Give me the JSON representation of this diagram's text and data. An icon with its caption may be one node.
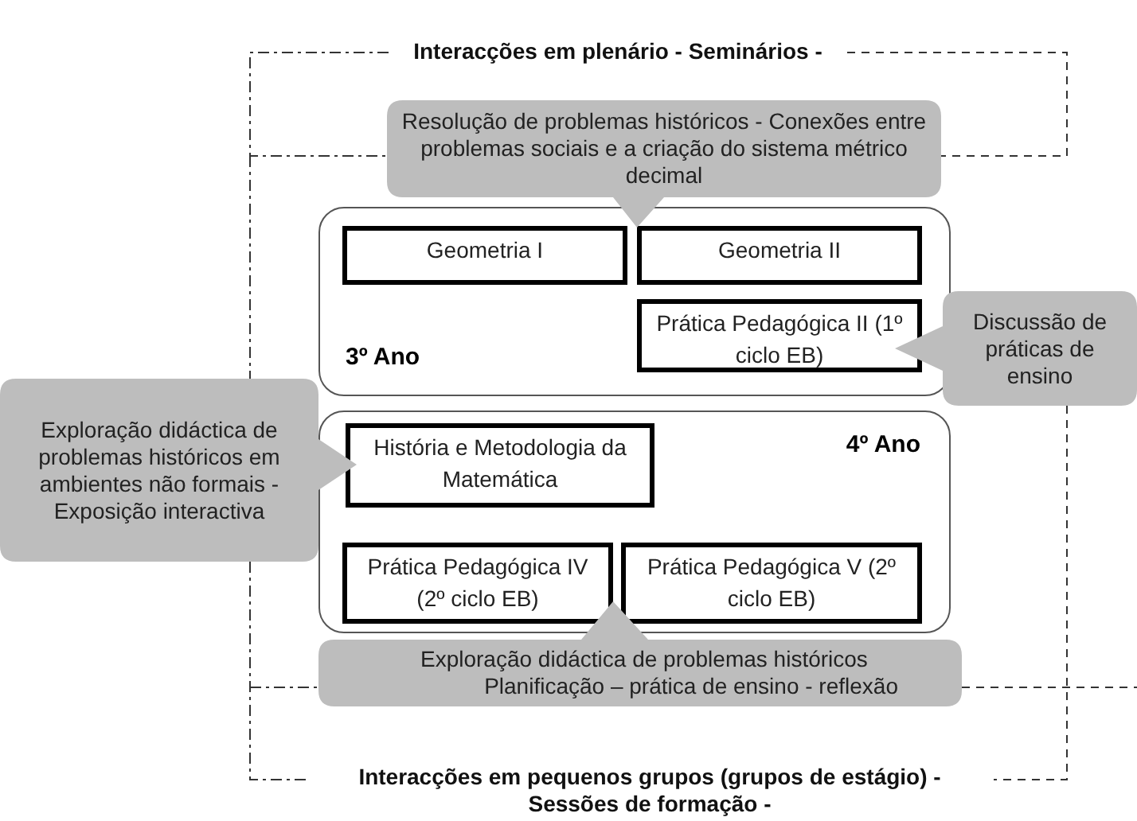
{
  "diagram": {
    "nodes": [
      {
        "text": [
          "3º Ano"
        ]
      },
      {
        "text": [
          "Geometria I"
        ],
        "in": 0
      },
      {
        "text": [
          "Geometria II"
        ],
        "in": 0
      },
      {
        "text": [
          "Prática Pedagógica II (1º ciclo EB)"
        ],
        "in": 0
      },
      {
        "text": [
          "4º Ano"
        ]
      },
      {
        "text": [
          "História e Metodologia da Matemática"
        ],
        "in": 4
      },
      {
        "text": [
          "Prática Pedagógica IV (2º ciclo EB)"
        ],
        "in": 4
      },
      {
        "text": [
          "Prática Pedagógica V (2º ciclo EB)"
        ],
        "in": 4
      },
      {
        "text": [
          "Resolução de problemas históricos - Conexões entre problemas sociais e a criação do sistema métrico decimal"
        ]
      },
      {
        "text": [
          "Discussão de práticas de ensino"
        ]
      },
      {
        "text": [
          "Exploração didáctica de problemas históricos em ambientes não formais - Exposição interactiva"
        ]
      },
      {
        "text": [
          "Exploração didáctica de problemas históricos",
          "Planificação – prática de ensino - reflexão"
        ]
      }
    ],
    "labels": [
      "Interacções em plenário - Seminários -",
      "Interacções em pequenos grupos (grupos de estágio) - Sessões de formação -"
    ]
  }
}
